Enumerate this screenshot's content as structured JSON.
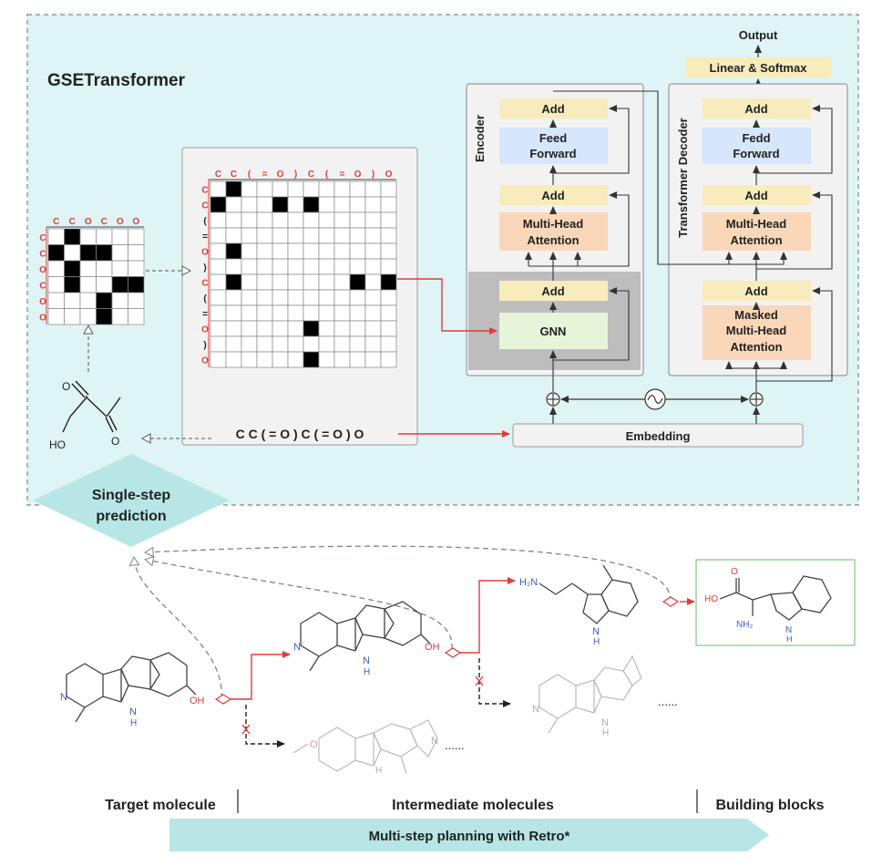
{
  "title": "GSETransformer",
  "output_label": "Output",
  "linear_softmax": "Linear & Softmax",
  "encoder": {
    "label": "Encoder",
    "add_top": "Add",
    "feed_forward": [
      "Feed",
      "Forward"
    ],
    "add_mid": "Add",
    "mha": [
      "Multi-Head",
      "Attention"
    ],
    "add_gnn": "Add",
    "gnn": "GNN"
  },
  "decoder": {
    "label": "Transformer  Decoder",
    "add_top": "Add",
    "feed_forward": [
      "Fedd",
      "Forward"
    ],
    "add_mid": "Add",
    "mha": [
      "Multi-Head",
      "Attention"
    ],
    "add_masked": "Add",
    "masked_mha": [
      "Masked",
      "Multi-Head",
      "Attention"
    ]
  },
  "embedding": "Embedding",
  "smiles": "C C ( = O ) C ( = O ) O",
  "small_matrix": {
    "tokens": [
      "C",
      "C",
      "O",
      "C",
      "O",
      "O"
    ]
  },
  "big_matrix": {
    "tokens": [
      "C",
      "C",
      "(",
      "=",
      "O",
      ")",
      "C",
      "(",
      "=",
      "O",
      ")",
      "O"
    ]
  },
  "molecule_labels": {
    "ho": "HO",
    "o": "O",
    "oh": "OH",
    "n": "N",
    "nh": "N",
    "h": "H",
    "h2n": "H₂N",
    "ho_bb": "HO",
    "nh2_bb": "NH₂"
  },
  "single_step": [
    "Single-step",
    "prediction"
  ],
  "ellipsis": "......",
  "bottom": {
    "target": "Target molecule",
    "intermediate": "Intermediate molecules",
    "building": "Building blocks",
    "planning": "Multi-step planning with Retro*"
  },
  "colors": {
    "teal_bg": "#dff4f4",
    "teal": "#b8e6e6",
    "add": "#f8ecbc",
    "ff": "#d6e6fb",
    "attn": "#f9d7b8",
    "gnn": "#e6f5d9",
    "red": "#e03b3b",
    "gray_box": "#bdbdbd"
  }
}
